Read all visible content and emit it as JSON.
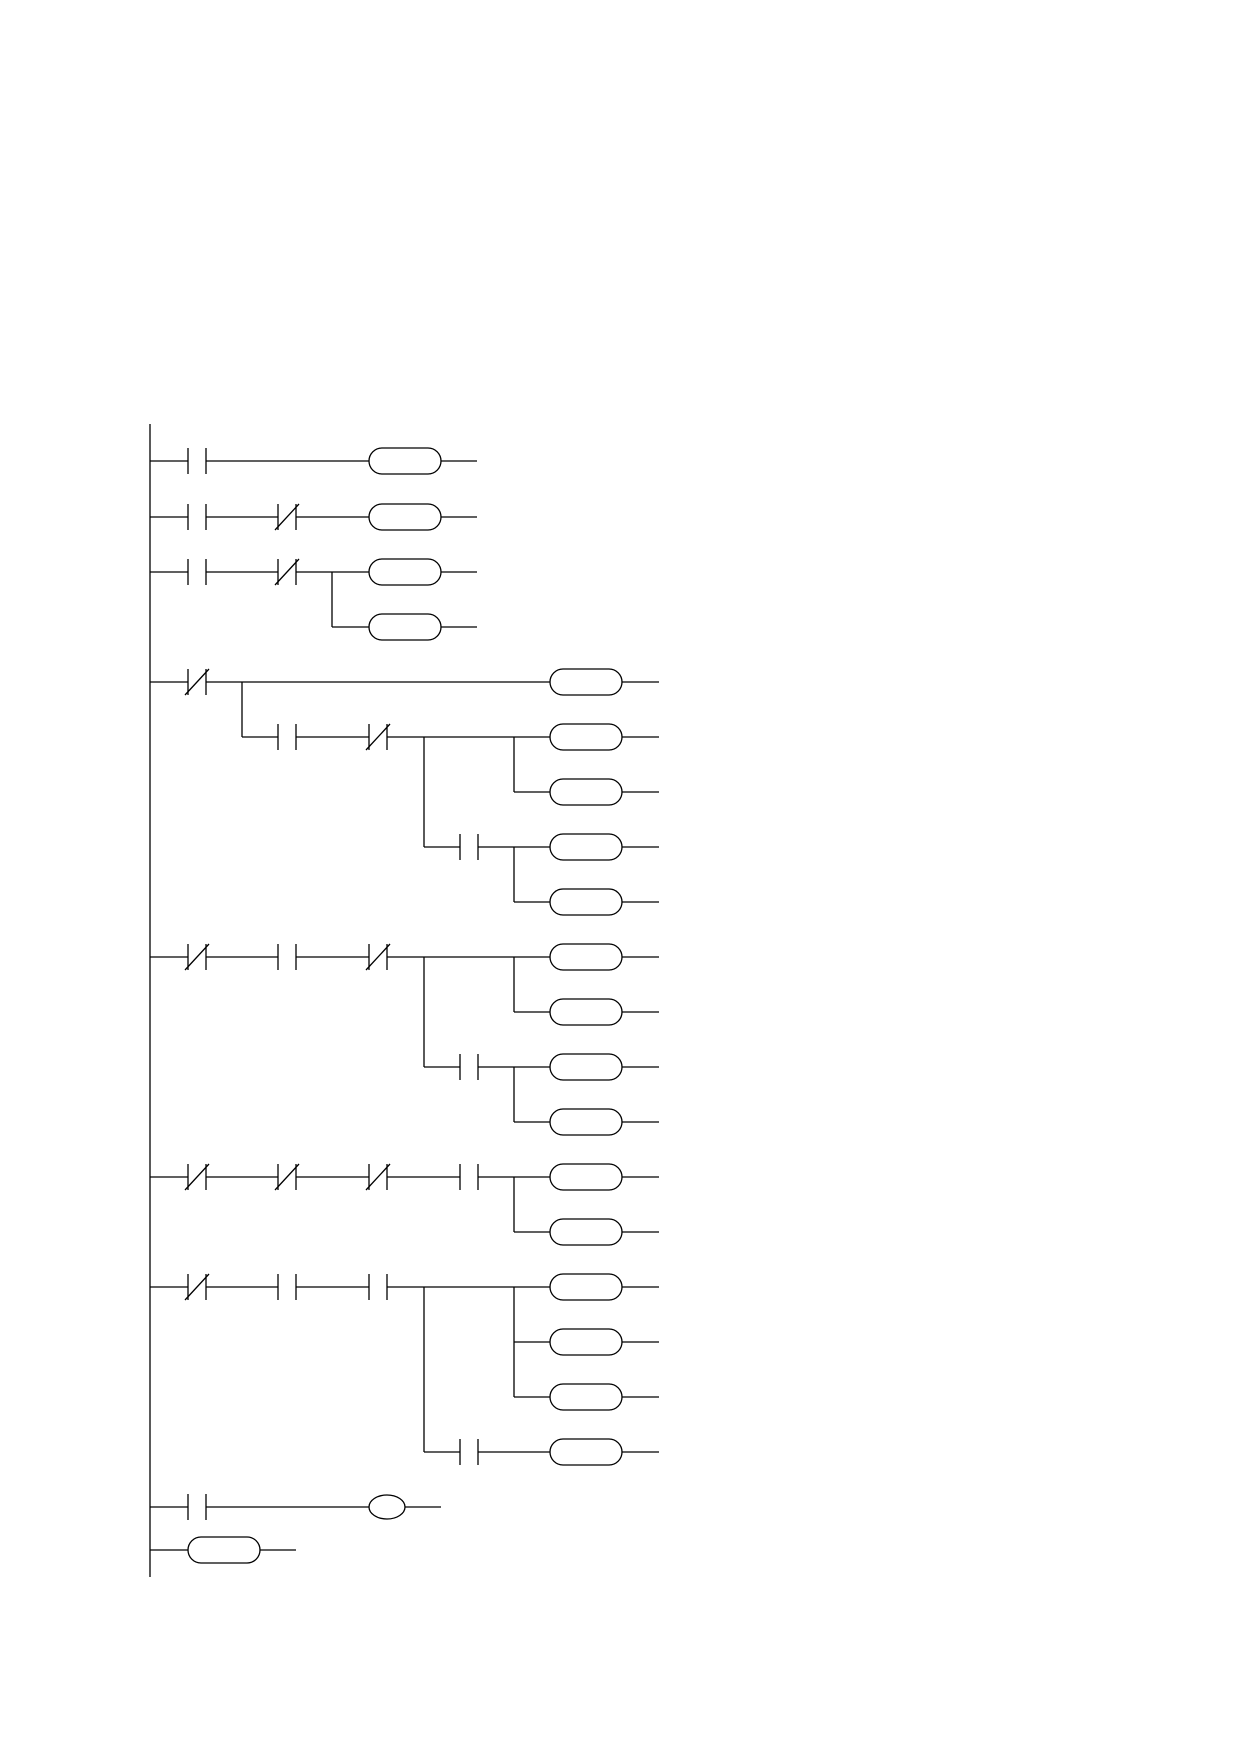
{
  "diagram": {
    "kind": "ladder-logic",
    "line_color": "#000000",
    "background": "#ffffff",
    "rung_count": 8,
    "rungs": [
      {
        "contacts": [
          "NO"
        ],
        "outputs": [
          "box"
        ]
      },
      {
        "contacts": [
          "NO",
          "NC"
        ],
        "outputs": [
          "box"
        ]
      },
      {
        "contacts": [
          "NO",
          "NC"
        ],
        "outputs": [
          "box",
          "box"
        ]
      },
      {
        "contacts": [
          "NC"
        ],
        "outputs": [
          "box"
        ],
        "branch": {
          "contacts": [
            "NO",
            "NC"
          ],
          "outputs": [
            "box",
            "box"
          ],
          "sub_branch": {
            "contacts": [
              "NO"
            ],
            "outputs": [
              "box",
              "box"
            ]
          }
        }
      },
      {
        "contacts": [
          "NC",
          "NO",
          "NC"
        ],
        "outputs": [
          "box",
          "box"
        ],
        "branch": {
          "contacts": [
            "NO"
          ],
          "outputs": [
            "box",
            "box"
          ]
        }
      },
      {
        "contacts": [
          "NC",
          "NC",
          "NC",
          "NO"
        ],
        "outputs": [
          "box",
          "box"
        ]
      },
      {
        "contacts": [
          "NC",
          "NO",
          "NO"
        ],
        "outputs": [
          "box",
          "box",
          "box"
        ],
        "branch": {
          "contacts": [
            "NO"
          ],
          "outputs": [
            "box"
          ]
        }
      },
      {
        "contacts": [
          "NO"
        ],
        "outputs": [
          "coil"
        ]
      },
      {
        "contacts": [],
        "outputs": [
          "box"
        ]
      }
    ]
  }
}
